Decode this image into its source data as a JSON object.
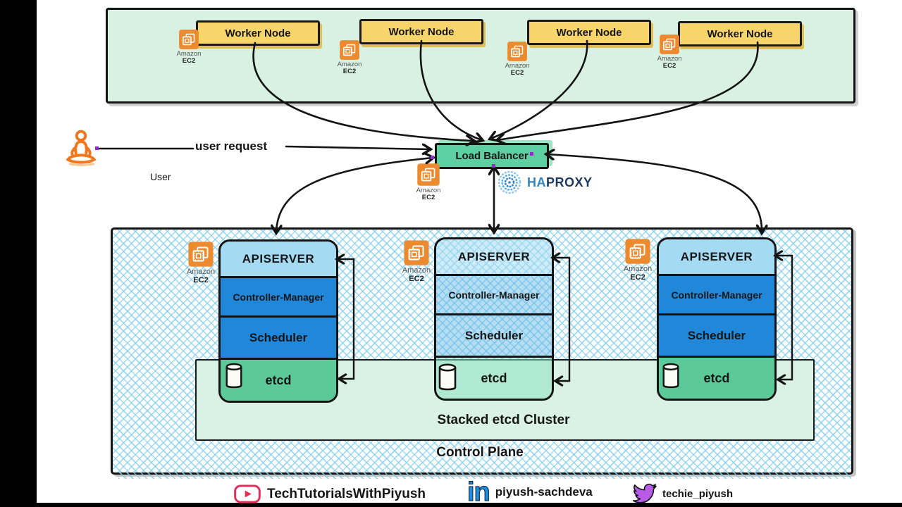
{
  "top_cluster": {
    "worker_nodes": [
      {
        "label": "Worker Node"
      },
      {
        "label": "Worker Node"
      },
      {
        "label": "Worker Node"
      },
      {
        "label": "Worker Node"
      }
    ]
  },
  "ec2": {
    "amazon": "Amazon",
    "ec2": "EC2"
  },
  "user": {
    "label": "User",
    "request_label": "user request"
  },
  "load_balancer": {
    "label": "Load Balancer",
    "haproxy_ha": "HA",
    "haproxy_proxy": "PROXY"
  },
  "control_plane": {
    "label": "Control Plane",
    "stacked_etcd_label": "Stacked etcd Cluster",
    "stacks": [
      {
        "apiserver": "APISERVER",
        "controller_manager": "Controller-Manager",
        "scheduler": "Scheduler",
        "etcd": "etcd"
      },
      {
        "apiserver": "APISERVER",
        "controller_manager": "Controller-Manager",
        "scheduler": "Scheduler",
        "etcd": "etcd"
      },
      {
        "apiserver": "APISERVER",
        "controller_manager": "Controller-Manager",
        "scheduler": "Scheduler",
        "etcd": "etcd"
      }
    ]
  },
  "footer": {
    "youtube": "TechTutorialsWithPiyush",
    "linkedin_icon_text": "in",
    "linkedin": "piyush-sachdeva",
    "twitter": "techie_piyush"
  },
  "icons": {
    "ec2": "amazon-ec2-orange-chip-icon",
    "haproxy": "haproxy-dotted-sphere-logo",
    "user": "meditating-person-orange-icon",
    "etcd": "database-cylinder-icon",
    "youtube": "youtube-play-icon",
    "linkedin": "linkedin-in-icon",
    "twitter": "twitter-bird-icon"
  },
  "colors": {
    "cluster_mint": "#d9f1e3",
    "worker_yellow": "#f7d56b",
    "lb_green": "#5ecfa0",
    "apiserver_blue": "#a5daf3",
    "controller_blue": "#2187d8",
    "etcd_green": "#5bc998",
    "hatch_blue": "#7dceed",
    "ec2_orange": "#EC8A2F",
    "haproxy_navy": "#1d3a5c",
    "youtube_red": "#e62c56",
    "linkedin_blue": "#1b8ee2",
    "twitter_purple": "#b85ce8",
    "user_orange": "#f2761c",
    "connector_black": "#141414",
    "dot_purple": "#8e2ed6"
  }
}
